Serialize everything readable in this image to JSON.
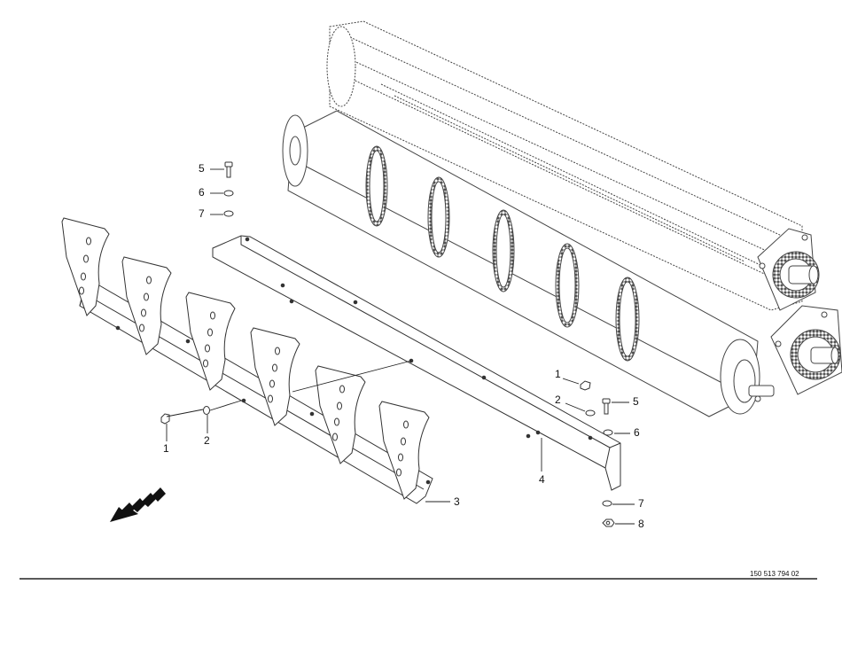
{
  "drawing": {
    "document_number": "150 513 794 02",
    "callouts": [
      {
        "id": "c-5-top",
        "label": "5"
      },
      {
        "id": "c-6-top",
        "label": "6"
      },
      {
        "id": "c-7-top",
        "label": "7"
      },
      {
        "id": "c-1-left",
        "label": "1"
      },
      {
        "id": "c-2-left",
        "label": "2"
      },
      {
        "id": "c-3",
        "label": "3"
      },
      {
        "id": "c-4",
        "label": "4"
      },
      {
        "id": "c-1-right",
        "label": "1"
      },
      {
        "id": "c-2-right",
        "label": "2"
      },
      {
        "id": "c-5-right",
        "label": "5"
      },
      {
        "id": "c-6-right",
        "label": "6"
      },
      {
        "id": "c-7-bottom",
        "label": "7"
      },
      {
        "id": "c-8",
        "label": "8"
      }
    ],
    "icons": [
      "direction-arrow-icon",
      "rotor-assembly",
      "knife-bar",
      "mounting-rail"
    ]
  }
}
